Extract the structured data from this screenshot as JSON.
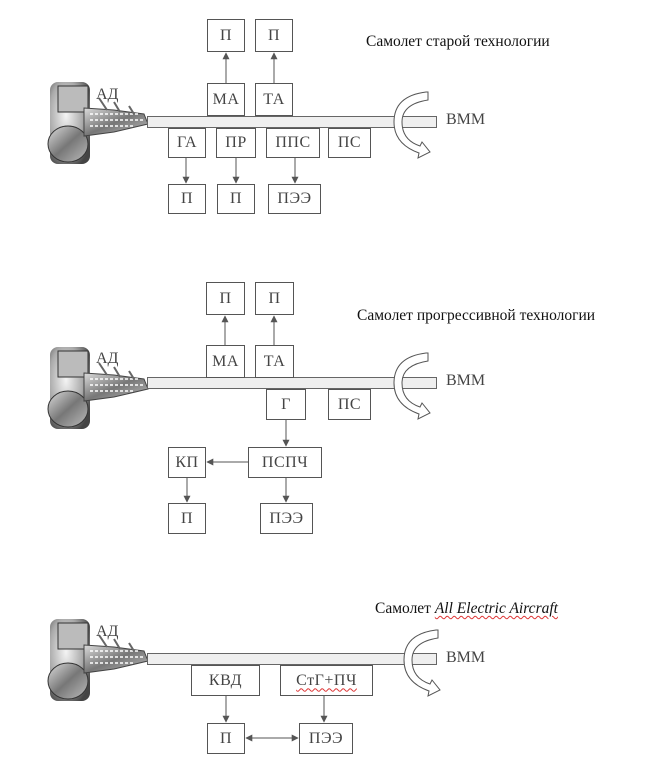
{
  "diagrams": [
    {
      "id": "old",
      "title": "Самолет старой технологии",
      "engine_label": "АД",
      "shaft_label": "ВММ",
      "above": [
        {
          "label": "МА",
          "consumer": "П"
        },
        {
          "label": "ТА",
          "consumer": "П"
        }
      ],
      "below": [
        {
          "label": "ГА",
          "consumer": "П"
        },
        {
          "label": "ПР",
          "consumer": "П"
        },
        {
          "label": "ППС",
          "consumer": "ПЭЭ"
        },
        {
          "label": "ПС",
          "consumer": null
        }
      ]
    },
    {
      "id": "progressive",
      "title": "Самолет прогрессивной технологии",
      "engine_label": "АД",
      "shaft_label": "ВММ",
      "above": [
        {
          "label": "МА",
          "consumer": "П"
        },
        {
          "label": "ТА",
          "consumer": "П"
        }
      ],
      "below": [
        {
          "label": "Г"
        },
        {
          "label": "ПС"
        }
      ],
      "chain": {
        "converter": "ПСПЧ",
        "kp": "КП",
        "kp_consumer": "П",
        "converter_consumer": "ПЭЭ"
      }
    },
    {
      "id": "all-electric",
      "title_prefix": "Самолет",
      "title_italic": "All Electric Aircraft",
      "engine_label": "АД",
      "shaft_label": "ВММ",
      "below": [
        {
          "label": "КВД",
          "consumer": "П"
        },
        {
          "label": "СтГ+ПЧ",
          "consumer": "ПЭЭ"
        }
      ],
      "link": "bidirectional"
    }
  ],
  "colors": {
    "line": "#555555",
    "shaft_fill": "#efefef",
    "spellcheck": "#dd3333"
  }
}
